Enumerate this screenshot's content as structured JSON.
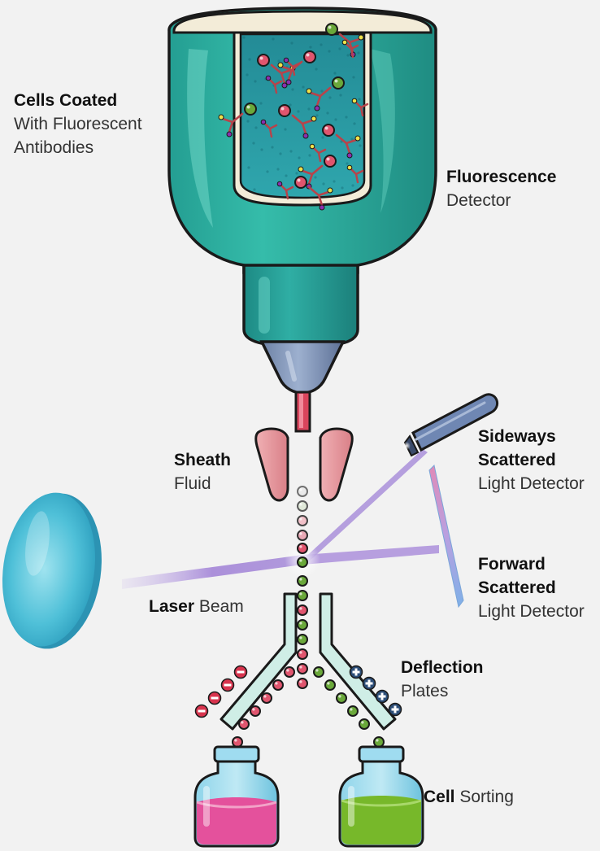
{
  "labels": {
    "cells": {
      "bold": "Cells Coated",
      "line2": "With Fluorescent",
      "line3": "Antibodies"
    },
    "fluorescence": {
      "bold": "Fluorescence",
      "line2": "Detector"
    },
    "sheath": {
      "bold": "Sheath",
      "line2": "Fluid"
    },
    "sideways": {
      "bold1": "Sideways",
      "bold2": "Scattered",
      "line3": "Light Detector"
    },
    "forward": {
      "bold1": "Forward",
      "bold2": "Scattered",
      "line3": "Light Detector"
    },
    "laser": {
      "bold": "Laser",
      "rest": " Beam"
    },
    "deflection": {
      "bold": "Deflection",
      "line2": "Plates"
    },
    "sorting": {
      "bold": "Cell",
      "rest": " Sorting"
    }
  },
  "colors": {
    "background": "#f2f2f2",
    "detector_teal": "#2fb5a6",
    "detector_dark": "#1e8f86",
    "inner_fluid": "#2a9aa3",
    "rim_cream": "#f3ecd8",
    "nozzle_blue": "#7f93b5",
    "sheath_pink": "#e99a9f",
    "laser_purple": "#a98cd8",
    "lens_blue": "#5ec8de",
    "cell_red": "#e0556e",
    "cell_green": "#6aa83a",
    "antibody_brown": "#b8434a",
    "vial_pink": "#e45aa0",
    "vial_green": "#7bbf2d",
    "charge_red": "#d8344e",
    "charge_blue": "#2c4e78"
  },
  "icons": [
    "negative-charge-icon",
    "positive-charge-icon",
    "antibody-icon",
    "cell-icon"
  ]
}
